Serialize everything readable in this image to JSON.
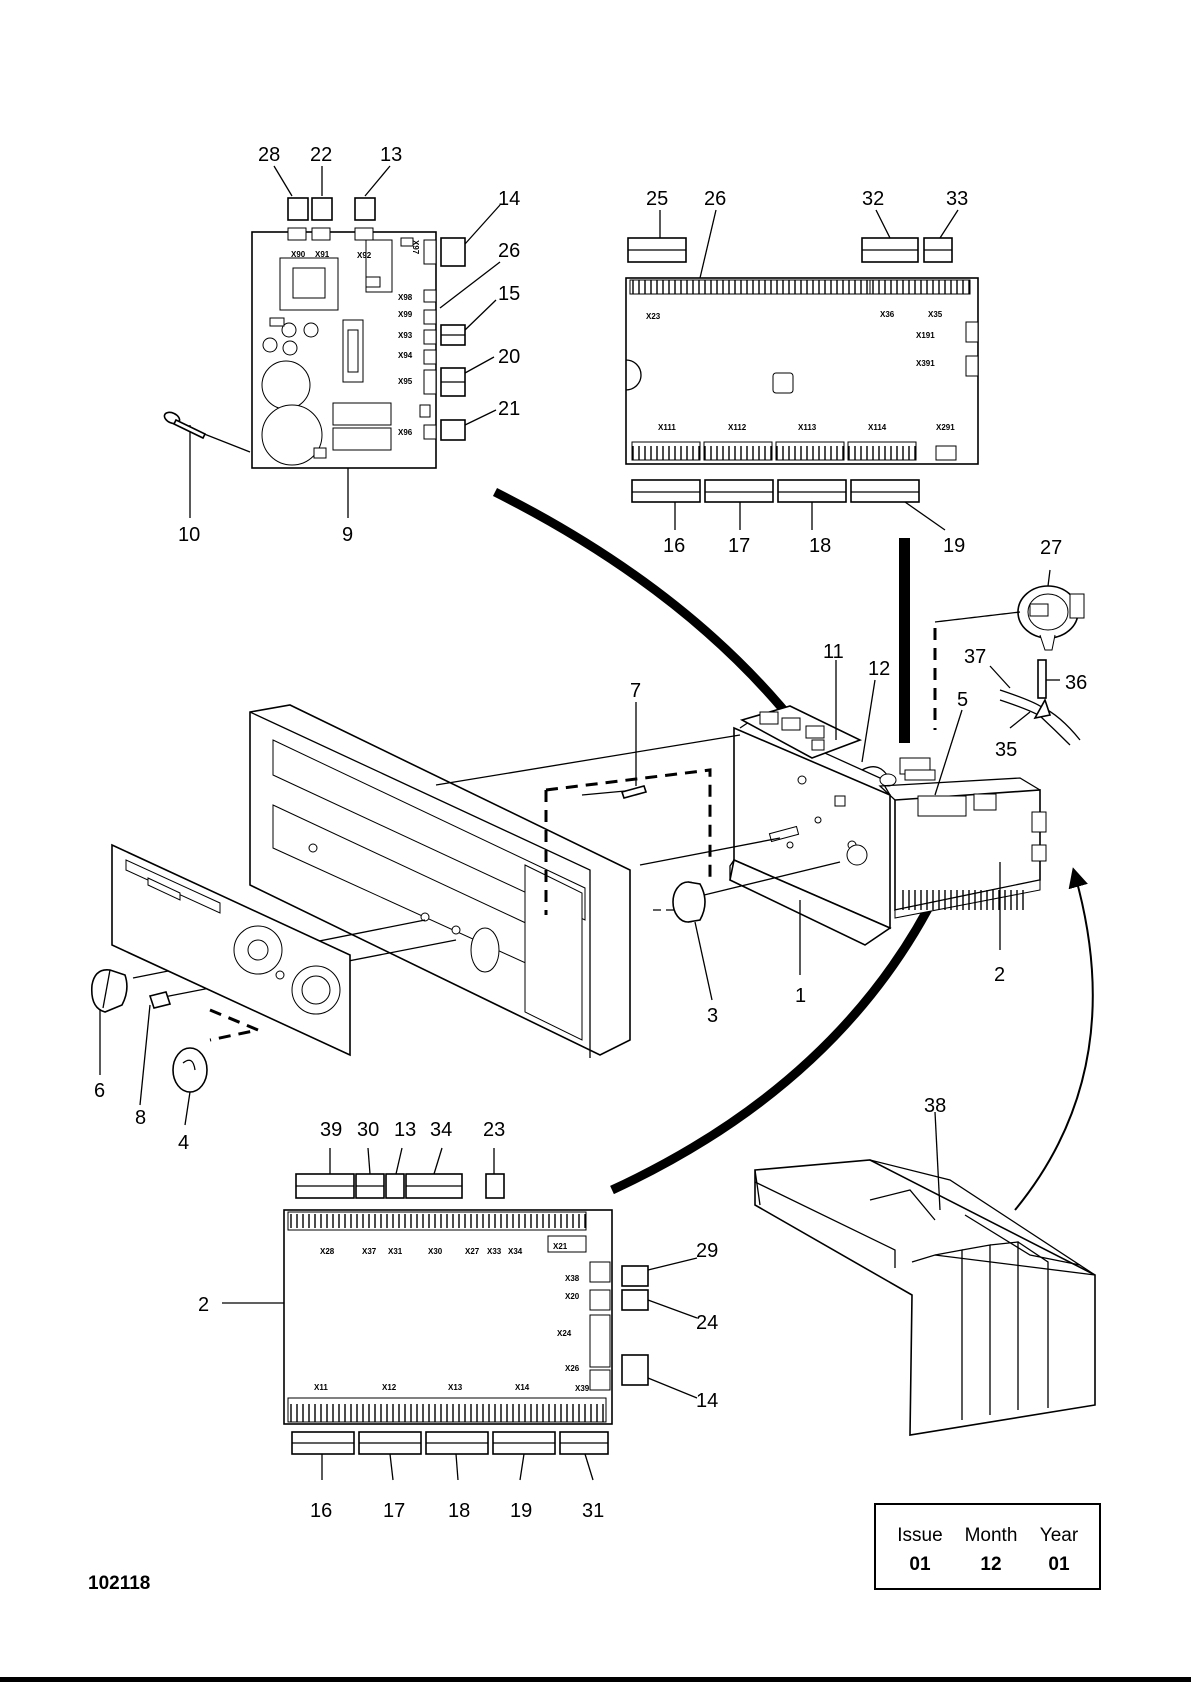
{
  "callouts": {
    "c28": "28",
    "c22": "22",
    "c13a": "13",
    "c14a": "14",
    "c26a": "26",
    "c15": "15",
    "c20": "20",
    "c21": "21",
    "c10": "10",
    "c9": "9",
    "c25": "25",
    "c26b": "26",
    "c32": "32",
    "c33": "33",
    "c16a": "16",
    "c17a": "17",
    "c18a": "18",
    "c19a": "19",
    "c27": "27",
    "c37": "37",
    "c36": "36",
    "c35": "35",
    "c11": "11",
    "c12": "12",
    "c5": "5",
    "c7": "7",
    "c1": "1",
    "c2a": "2",
    "c3": "3",
    "c6": "6",
    "c8": "8",
    "c4": "4",
    "c38": "38",
    "c39": "39",
    "c30": "30",
    "c13b": "13",
    "c34": "34",
    "c23": "23",
    "c29": "29",
    "c24": "24",
    "c14b": "14",
    "c2b": "2",
    "c16b": "16",
    "c17b": "17",
    "c18b": "18",
    "c19b": "19",
    "c31": "31"
  },
  "connectors": {
    "x90": "X90",
    "x91": "X91",
    "x92": "X92",
    "x97": "X97",
    "x98": "X98",
    "x99": "X99",
    "x93": "X93",
    "x94": "X94",
    "x95": "X95",
    "x96": "X96",
    "x23": "X23",
    "x36": "X36",
    "x35": "X35",
    "x191": "X191",
    "x391": "X391",
    "x111": "X111",
    "x112": "X112",
    "x113": "X113",
    "x114": "X114",
    "x291": "X291",
    "x28": "X28",
    "x37": "X37",
    "x31": "X31",
    "x30": "X30",
    "x27": "X27",
    "x33": "X33",
    "x34": "X34",
    "x21": "X21",
    "x38": "X38",
    "x20": "X20",
    "x24": "X24",
    "x26": "X26",
    "x11": "X11",
    "x12": "X12",
    "x13": "X13",
    "x14": "X14",
    "x39": "X39"
  },
  "drawing_number": "102118",
  "issue_box": {
    "issue_label": "Issue",
    "month_label": "Month",
    "year_label": "Year",
    "issue": "01",
    "month": "12",
    "year": "01"
  }
}
